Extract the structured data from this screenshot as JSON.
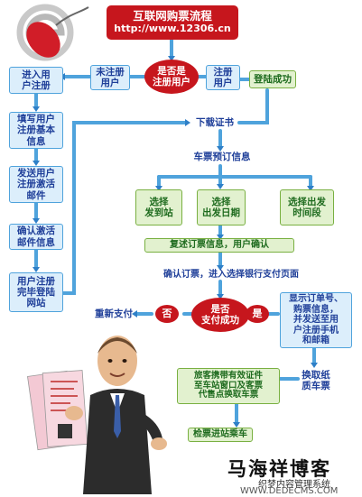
{
  "title": "互联网购票流程",
  "url": "http://www.12306.cn",
  "decision_registered": "是否是\n注册用户",
  "unregistered": "未注册\n用户",
  "registered": "注册\n用户",
  "login_success": "登陆成功",
  "left_steps": [
    "进入用\n户注册",
    "填写用户\n注册基本\n信息",
    "发送用户\n注册激活\n邮件",
    "确认激活\n邮件信息",
    "用户注册\n完毕登陆\n网站"
  ],
  "download_cert": "下载证书",
  "booking_info": "车票预订信息",
  "choices": [
    "选择\n发到站",
    "选择\n出发日期",
    "选择出发\n时间段"
  ],
  "review": "复述订票信息，用户确认",
  "confirm": "确认订票，进入选择银行支付页面",
  "decision_payment": "是否\n支付成功",
  "no": "否",
  "yes": "是",
  "repay": "重新支付",
  "show_order": "显示订单号、\n购票信息，\n并发送至用\n户注册手机\n和邮箱",
  "exchange": "换取纸\n质车票",
  "traveler": "旅客携带有效证件\n至车站窗口及客票\n代售点换取车票",
  "board": "检票进站乘车",
  "watermark_name": "马海祥博客",
  "watermark_sub": "织梦内容管理系统",
  "watermark_url": "WWW.DEDECMS.COM",
  "colors": {
    "red": "#c6161d",
    "arrow_blue": "#4fa3dc",
    "green_border": "#79b041"
  }
}
